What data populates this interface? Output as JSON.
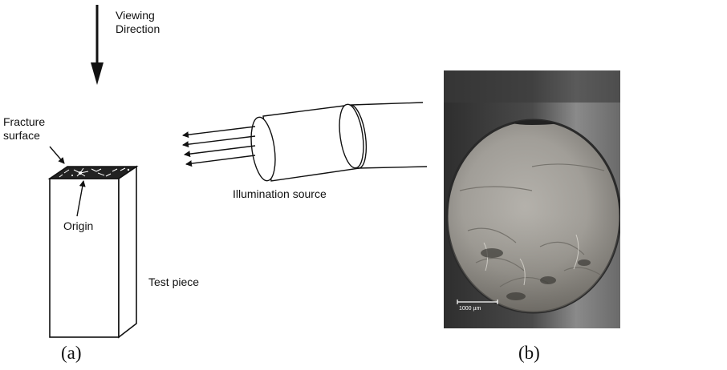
{
  "diagram": {
    "viewing_direction": "Viewing Direction",
    "fracture_surface": "Fracture surface",
    "origin": "Origin",
    "illumination_source": "Illumination source",
    "test_piece": "Test piece",
    "caption_a": "(a)"
  },
  "photo": {
    "scale_bar": "1000 µm",
    "caption_b": "(b)"
  }
}
